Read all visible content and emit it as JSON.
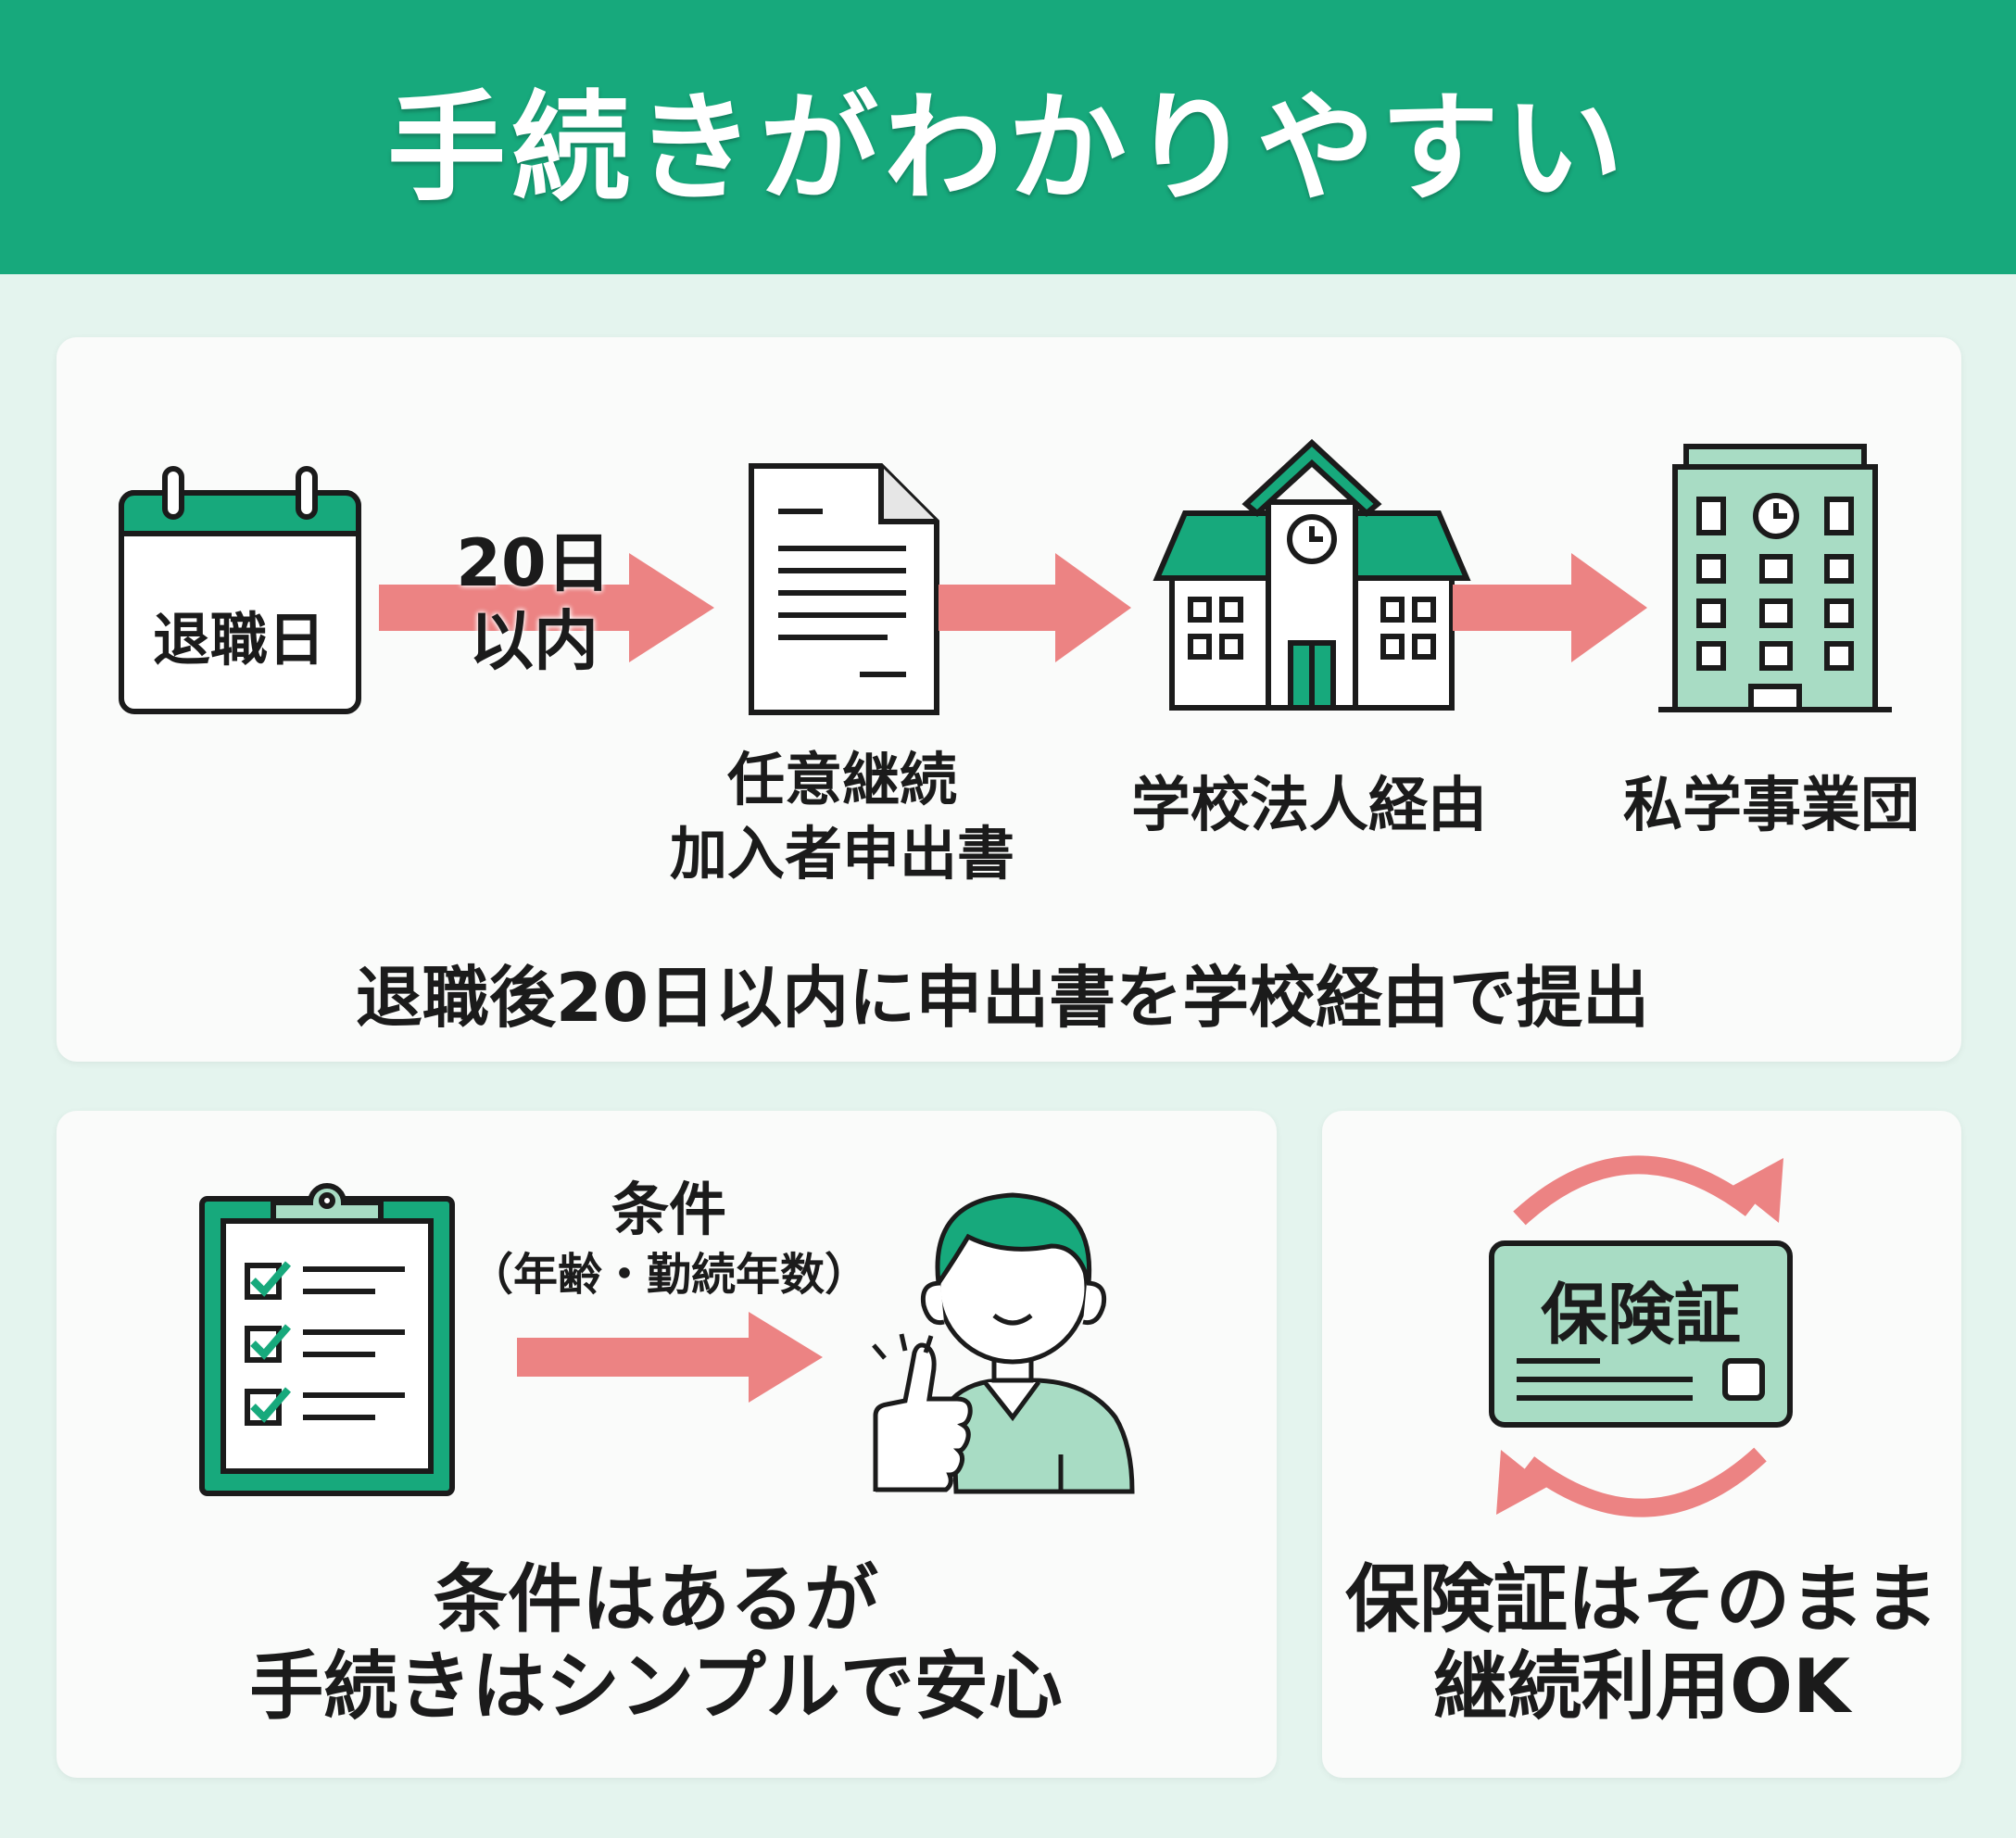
{
  "header": {
    "title": "手続きがわかりやすい"
  },
  "colors": {
    "green": "#17a97c",
    "light_green": "#a8dcc4",
    "arrow": "#ec8383",
    "background": "#e4f4ee"
  },
  "flow": {
    "calendar_label": "退職日",
    "deadline_line1": "20日",
    "deadline_line2": "以内",
    "form_label_line1": "任意継続",
    "form_label_line2": "加入者申出書",
    "school_label": "学校法人経由",
    "agency_label": "私学事業団",
    "summary": "退職後20日以内に申出書を学校経由で提出"
  },
  "conditions": {
    "arrow_label": "条件",
    "arrow_sublabel": "（年齢・勤続年数）",
    "caption_line1": "条件はあるが",
    "caption_line2": "手続きはシンプルで安心"
  },
  "insurance": {
    "card_label": "保険証",
    "caption_line1": "保険証はそのまま",
    "caption_line2": "継続利用OK"
  }
}
